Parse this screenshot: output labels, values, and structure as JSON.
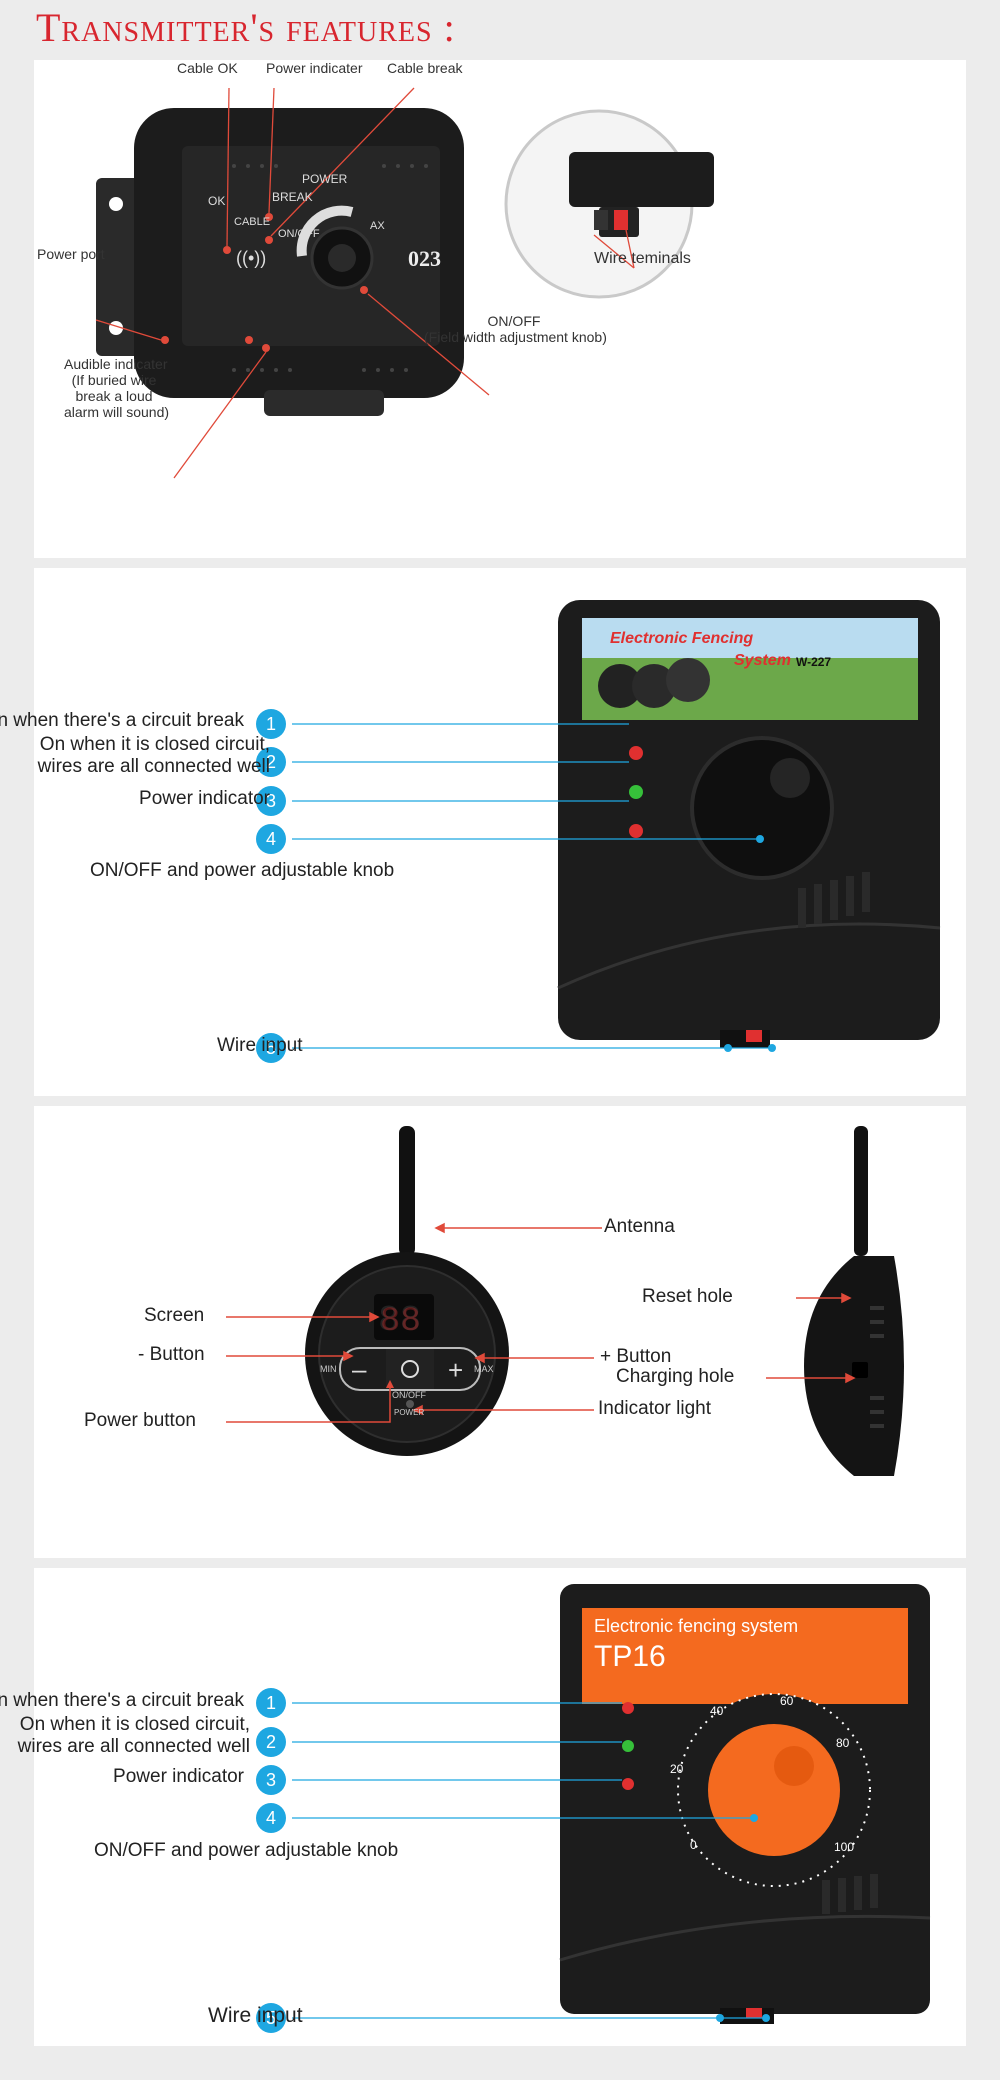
{
  "title": "Transmitter's features :",
  "panel1": {
    "cable_ok": "Cable OK",
    "power_indicater": "Power indicater",
    "cable_break": "Cable break",
    "power_port": "Power port",
    "audible": [
      "Audible indicater",
      "(If buried wire",
      "break a loud",
      "alarm will sound)"
    ],
    "on_off": [
      "ON/OFF",
      "(Field width adjustment knob)"
    ],
    "wire_terminals": "Wire teminals",
    "device": {
      "power": "POWER",
      "break": "BREAK",
      "ok": "OK",
      "cable": "CABLE",
      "onoff": "ON/OFF",
      "max": "AX",
      "model": "023"
    }
  },
  "panel2": {
    "callouts": [
      {
        "num": "1",
        "text": [
          "On when there's a circuit break"
        ]
      },
      {
        "num": "2",
        "text": [
          "On when it is closed circuit,",
          "wires are all connected well"
        ]
      },
      {
        "num": "3",
        "text": [
          "Power indicator"
        ]
      },
      {
        "num": "4",
        "text": [
          "ON/OFF and power adjustable knob"
        ]
      },
      {
        "num": "5",
        "text": [
          "Wire input"
        ]
      }
    ],
    "label_line1": "Electronic Fencing",
    "label_line2": "System",
    "label_model": "W-227"
  },
  "panel3": {
    "antenna": "Antenna",
    "screen": "Screen",
    "minus_button": "- Button",
    "power_button": "Power button",
    "plus_button": "+ Button",
    "indicator_light": "Indicator light",
    "reset_hole": "Reset hole",
    "charging_hole": "Charging hole",
    "device": {
      "min": "MIN",
      "max": "MAX",
      "onoff": "ON/OFF",
      "power": "POWER"
    }
  },
  "panel4": {
    "callouts": [
      {
        "num": "1",
        "text": [
          "On when there's a circuit break"
        ]
      },
      {
        "num": "2",
        "text": [
          "On when it is closed circuit,",
          "wires are all connected well"
        ]
      },
      {
        "num": "3",
        "text": [
          "Power indicator"
        ]
      },
      {
        "num": "4",
        "text": [
          "ON/OFF and power adjustable knob"
        ]
      },
      {
        "num": "5",
        "text": [
          "Wire input"
        ]
      }
    ],
    "brand": "Electronic fencing system",
    "model": "TP16",
    "dial": [
      "0",
      "20",
      "40",
      "60",
      "80",
      "100"
    ]
  },
  "colors": {
    "accent_red": "#d8262f",
    "callout_blue": "#1ea7e1",
    "arrow_red": "#e04a3a",
    "orange": "#f46a1f"
  }
}
